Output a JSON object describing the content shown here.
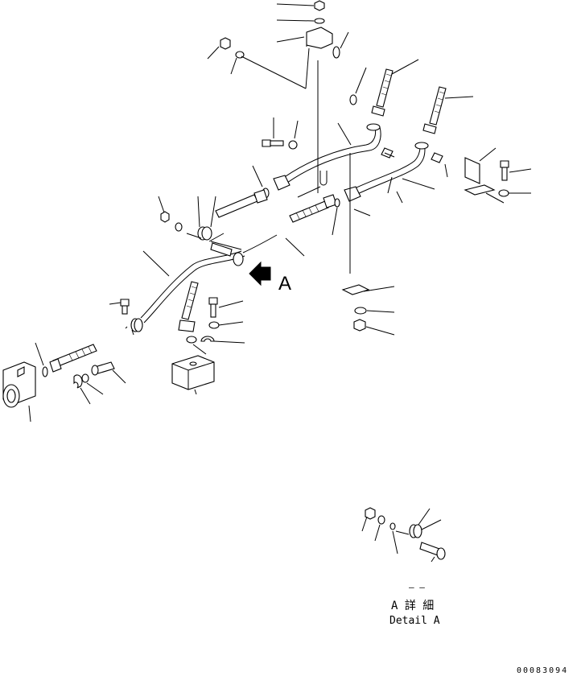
{
  "callout_label": "A",
  "detail": {
    "title_jp": "A 詳 細",
    "title_en": "Detail A",
    "dash_mark": "– –"
  },
  "drawing_number": "00083094"
}
